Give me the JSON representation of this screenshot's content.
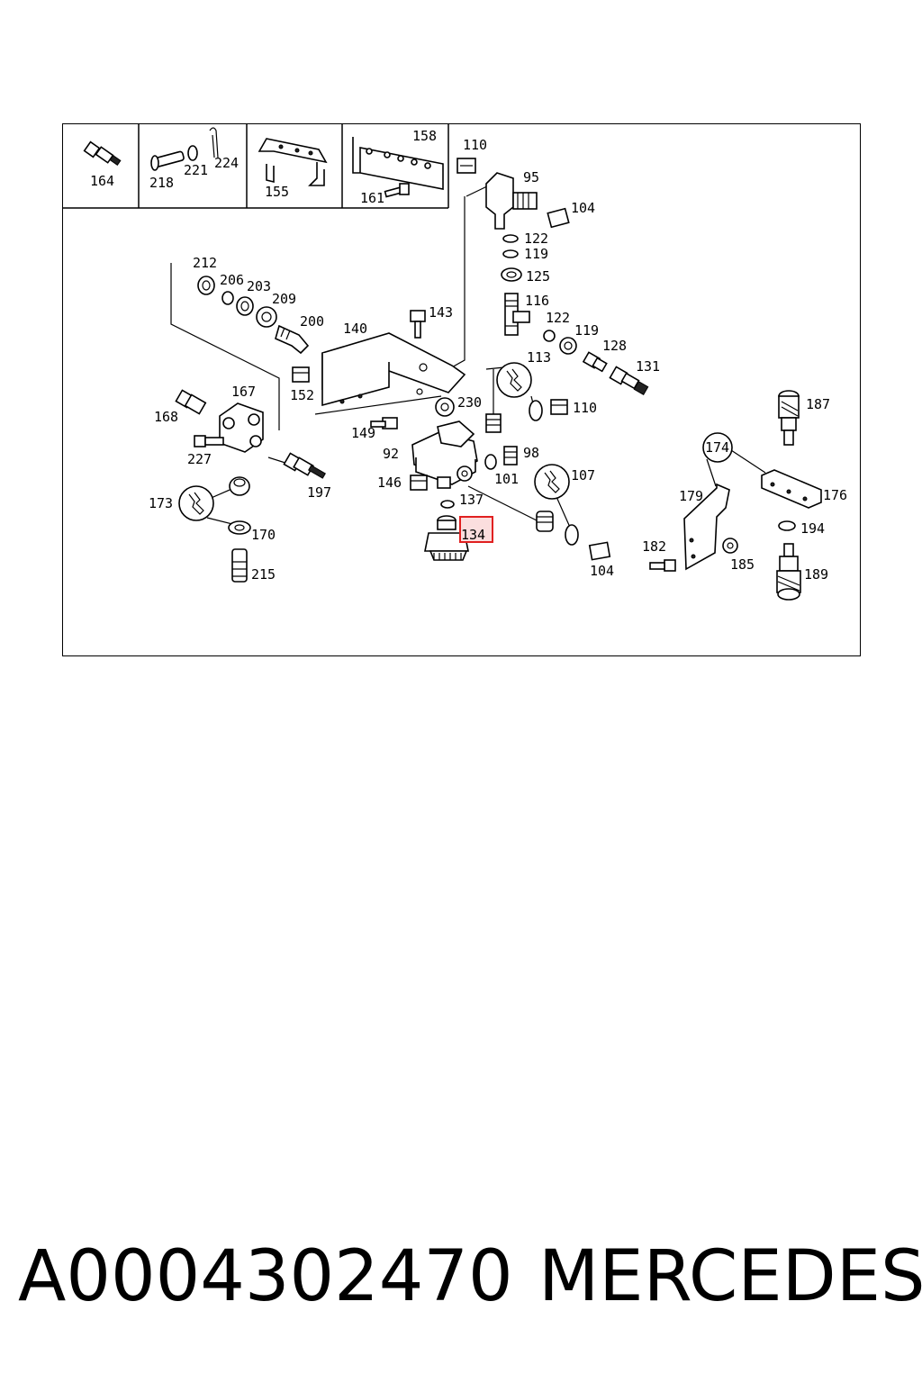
{
  "header_parts": [
    "164",
    "218",
    "221",
    "224",
    "155",
    "158",
    "161"
  ],
  "diagram_labels": {
    "l110a": "110",
    "l95": "95",
    "l104a": "104",
    "l122a": "122",
    "l119a": "119",
    "l125": "125",
    "l116": "116",
    "l122b": "122",
    "l119b": "119",
    "l128": "128",
    "l131": "131",
    "l113": "113",
    "l110b": "110",
    "l143": "143",
    "l140": "140",
    "l212": "212",
    "l206": "206",
    "l203": "203",
    "l209": "209",
    "l200": "200",
    "l152": "152",
    "l230": "230",
    "l167": "167",
    "l168": "168",
    "l149": "149",
    "l92": "92",
    "l98": "98",
    "l101": "101",
    "l107": "107",
    "l227": "227",
    "l197": "197",
    "l146": "146",
    "l137": "137",
    "l173": "173",
    "l170": "170",
    "l215": "215",
    "l134": "134",
    "l104b": "104",
    "l174": "174",
    "l179": "179",
    "l176": "176",
    "l187": "187",
    "l194": "194",
    "l182": "182",
    "l185": "185",
    "l189": "189"
  },
  "highlighted_part": "134",
  "highlight_color": "#e02020",
  "footer": {
    "part_number": "A0004302470",
    "brand": "MERCEDES"
  }
}
